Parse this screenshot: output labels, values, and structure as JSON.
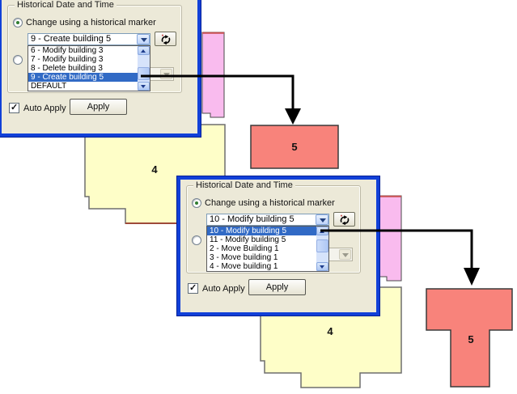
{
  "dialogs": [
    {
      "group_title": "Historical Date and Time",
      "radio_marker_label": "Change using a historical marker",
      "combo_value": "9 - Create building 5",
      "list_items": [
        "6 - Modify building 3",
        "7 - Modify building 3",
        "8 - Delete building 3",
        "9 - Create building 5",
        "DEFAULT"
      ],
      "selected_item": "9 - Create building 5",
      "selected_index": 3,
      "auto_apply_label": "Auto Apply",
      "auto_apply_checked": true,
      "apply_label": "Apply"
    },
    {
      "group_title": "Historical Date and Time",
      "radio_marker_label": "Change using a historical marker",
      "combo_value": "10 - Modify building 5",
      "list_items": [
        "10 - Modify building 5",
        "11 - Modify building 5",
        "2 - Move Building 1",
        "3 - Move building 1",
        "4 - Move building 1"
      ],
      "selected_item": "10 - Modify building 5",
      "selected_index": 0,
      "auto_apply_label": "Auto Apply",
      "auto_apply_checked": true,
      "apply_label": "Apply"
    }
  ],
  "map": {
    "views": [
      {
        "building_4_label": "4",
        "building_5_label": "5"
      },
      {
        "building_4_label": "4",
        "building_5_label": "5"
      }
    ],
    "building_colors": {
      "yellow": "#FEFEC8",
      "pink": "#F9BBEE",
      "red": "#F8837B"
    }
  },
  "icons": {
    "checkmark": "✓"
  },
  "colors": {
    "dialog_border": "#1140D8",
    "dialog_bg": "#ECE9D8",
    "selection_bg": "#316AC5",
    "arrow": "#000000"
  }
}
